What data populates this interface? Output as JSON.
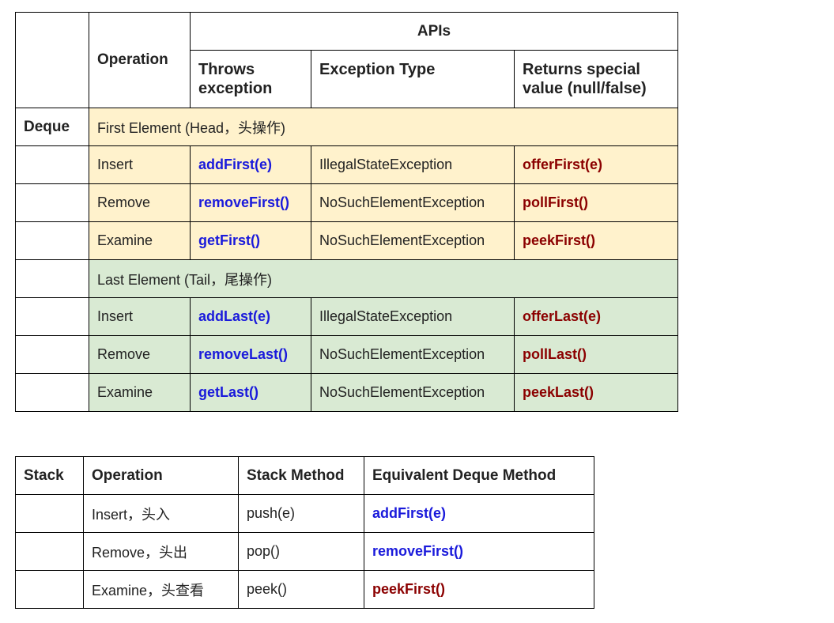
{
  "deque": {
    "corner": "",
    "row_label": "Deque",
    "operation_header": "Operation",
    "apis_header": "APIs",
    "throws_header": "Throws exception",
    "exception_type_header": "Exception Type",
    "special_header": "Returns special value (null/false)",
    "head_section": "First Element (Head，头操作)",
    "head_rows": [
      {
        "op": "Insert",
        "throws": "addFirst(e)",
        "exc": "IllegalStateException",
        "special": "offerFirst(e)"
      },
      {
        "op": "Remove",
        "throws": "removeFirst()",
        "exc": "NoSuchElementException",
        "special": "pollFirst()"
      },
      {
        "op": "Examine",
        "throws": "getFirst()",
        "exc": "NoSuchElementException",
        "special": "peekFirst()"
      }
    ],
    "tail_section": "Last Element (Tail，尾操作)",
    "tail_rows": [
      {
        "op": "Insert",
        "throws": "addLast(e)",
        "exc": "IllegalStateException",
        "special": "offerLast(e)"
      },
      {
        "op": "Remove",
        "throws": "removeLast()",
        "exc": "NoSuchElementException",
        "special": "pollLast()"
      },
      {
        "op": "Examine",
        "throws": "getLast()",
        "exc": "NoSuchElementException",
        "special": "peekLast()"
      }
    ]
  },
  "stack": {
    "row_label": "Stack",
    "operation_header": "Operation",
    "method_header": "Stack Method",
    "equivalent_header": "Equivalent Deque Method",
    "rows": [
      {
        "op": "Insert，头入",
        "method": "push(e)",
        "equiv": "addFirst(e)"
      },
      {
        "op": "Remove，头出",
        "method": "pop()",
        "equiv": "removeFirst()"
      },
      {
        "op": "Examine，头查看",
        "method": "peek()",
        "equiv": "peekFirst()"
      }
    ]
  },
  "colors": {
    "head_bg": "#fff2cc",
    "tail_bg": "#d9ead3",
    "throws_text": "#1a1adb",
    "special_text": "#8b0000"
  }
}
